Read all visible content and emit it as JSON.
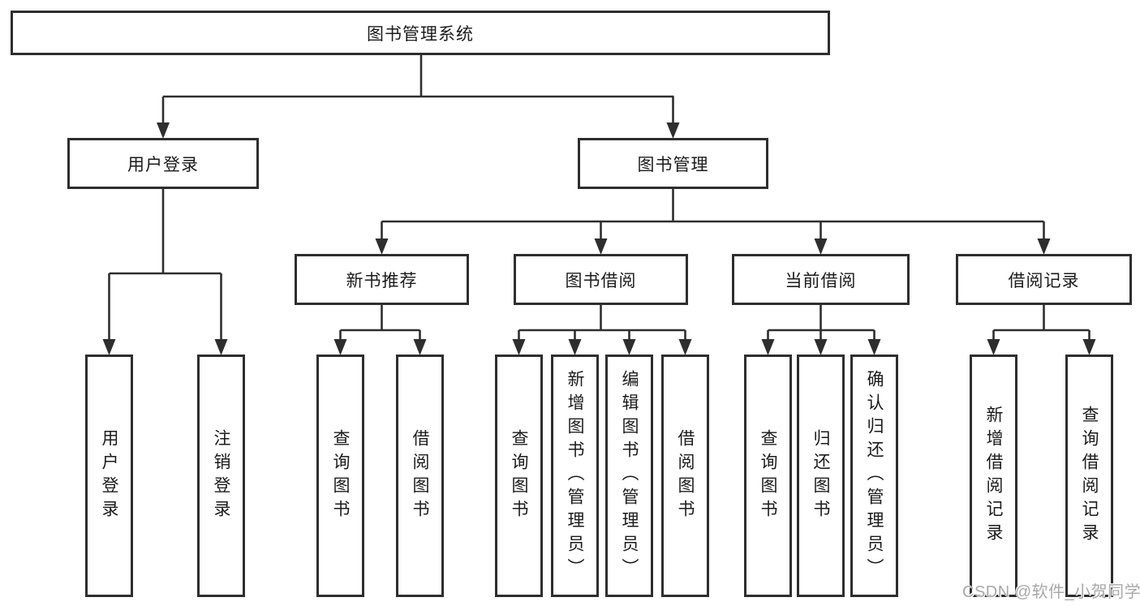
{
  "colors": {
    "line": "#2e2e2e",
    "text": "#1b1b1b",
    "watermark": "#a8a8a8"
  },
  "watermark": {
    "text": "CSDN @软件_小贺同学"
  },
  "tree": {
    "root": {
      "label": "图书管理系统"
    },
    "branches": [
      {
        "label": "用户登录",
        "children": [
          {
            "label": "用户登录"
          },
          {
            "label": "注销登录"
          }
        ]
      },
      {
        "label": "图书管理",
        "children": [
          {
            "label": "新书推荐",
            "children": [
              {
                "label": "查询图书"
              },
              {
                "label": "借阅图书"
              }
            ]
          },
          {
            "label": "图书借阅",
            "children": [
              {
                "label": "查询图书"
              },
              {
                "label": "新增图书（管理员）"
              },
              {
                "label": "编辑图书（管理员）"
              },
              {
                "label": "借阅图书"
              }
            ]
          },
          {
            "label": "当前借阅",
            "children": [
              {
                "label": "查询图书"
              },
              {
                "label": "归还图书"
              },
              {
                "label": "确认归还（管理员）"
              }
            ]
          },
          {
            "label": "借阅记录",
            "children": [
              {
                "label": "新增借阅记录"
              },
              {
                "label": "查询借阅记录"
              }
            ]
          }
        ]
      }
    ]
  }
}
